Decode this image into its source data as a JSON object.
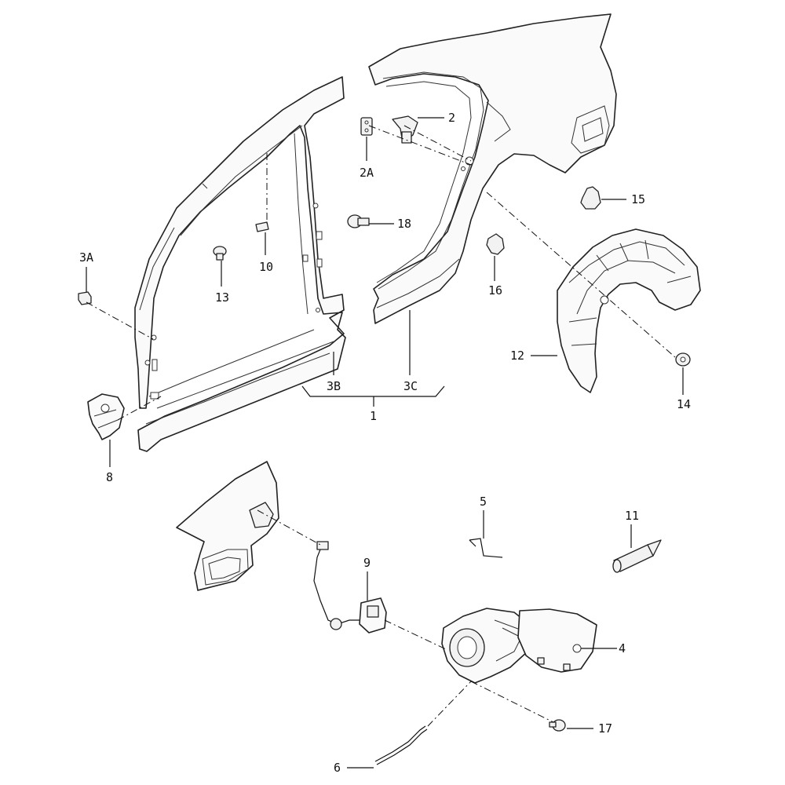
{
  "callouts": {
    "c1": "1",
    "c2": "2",
    "c2a": "2A",
    "c3a": "3A",
    "c3b": "3B",
    "c3c": "3C",
    "c4": "4",
    "c5": "5",
    "c6": "6",
    "c8": "8",
    "c9": "9",
    "c10": "10",
    "c11": "11",
    "c12": "12",
    "c13": "13",
    "c14": "14",
    "c15": "15",
    "c16": "16",
    "c17": "17",
    "c18": "18"
  }
}
